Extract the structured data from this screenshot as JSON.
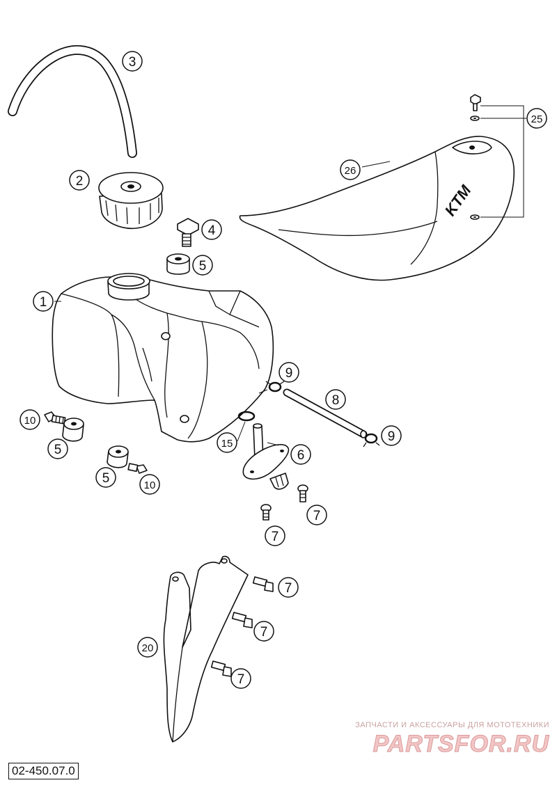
{
  "diagram_code": "02-450.07.0",
  "seat_logo": "KTM",
  "watermark": {
    "caption": "ЗАПЧАСТИ И АКСЕССУАРЫ ДЛЯ МОТОТЕХНИКИ",
    "brand": "PARTSFOR.RU"
  },
  "callouts": [
    {
      "id": "c1",
      "label": "1"
    },
    {
      "id": "c2",
      "label": "2"
    },
    {
      "id": "c3",
      "label": "3"
    },
    {
      "id": "c4",
      "label": "4"
    },
    {
      "id": "c5a",
      "label": "5"
    },
    {
      "id": "c5b",
      "label": "5"
    },
    {
      "id": "c5c",
      "label": "5"
    },
    {
      "id": "c6",
      "label": "6"
    },
    {
      "id": "c7a",
      "label": "7"
    },
    {
      "id": "c7b",
      "label": "7"
    },
    {
      "id": "c7c",
      "label": "7"
    },
    {
      "id": "c7d",
      "label": "7"
    },
    {
      "id": "c7e",
      "label": "7"
    },
    {
      "id": "c8",
      "label": "8"
    },
    {
      "id": "c9a",
      "label": "9"
    },
    {
      "id": "c9b",
      "label": "9"
    },
    {
      "id": "c10a",
      "label": "10"
    },
    {
      "id": "c10b",
      "label": "10"
    },
    {
      "id": "c15",
      "label": "15"
    },
    {
      "id": "c20",
      "label": "20"
    },
    {
      "id": "c25",
      "label": "25"
    },
    {
      "id": "c26",
      "label": "26"
    }
  ]
}
